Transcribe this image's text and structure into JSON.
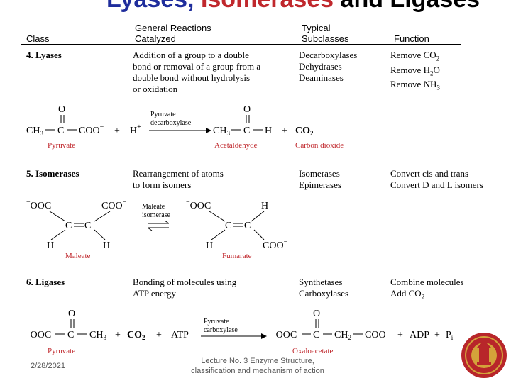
{
  "title": {
    "part1": "Lyases, ",
    "part2": "Isomerases",
    "part3": " and Ligases"
  },
  "headers": {
    "class": "Class",
    "general_line1": "General Reactions",
    "general_line2": "Catalyzed",
    "typical_line1": "Typical",
    "typical_line2": "Subclasses",
    "function": "Function"
  },
  "lyases": {
    "class": "4.  Lyases",
    "reaction": [
      "Addition of a group to a double",
      "bond or removal of a group from a",
      "double bond without hydrolysis",
      "or oxidation"
    ],
    "subclasses": [
      "Decarboxylases",
      "Dehydrases",
      "Deaminases"
    ],
    "functions": [
      "Remove CO",
      "Remove H",
      "Remove NH"
    ],
    "eq": {
      "o": "O",
      "ch3": "CH",
      "c": "C",
      "coo": "COO",
      "minus": "−",
      "plus": "+",
      "h": "H",
      "hplus": "H",
      "superplus": "+",
      "enzyme1": "Pyruvate",
      "enzyme2": "decarboxylase",
      "co2": "CO",
      "pyruvate": "Pyruvate",
      "acetaldehyde": "Acetaldehyde",
      "carbon_dioxide": "Carbon dioxide"
    }
  },
  "isomerases": {
    "class": "5. Isomerases",
    "reaction": [
      "Rearrangement of atoms",
      "to form isomers"
    ],
    "subclasses": [
      "Isomerases",
      "Epimerases"
    ],
    "functions": [
      "Convert cis and trans",
      "Convert D and L isomers"
    ],
    "eq": {
      "ooc": "OOC",
      "coo": "COO",
      "c": "C",
      "h": "H",
      "minus": "−",
      "enzyme1": "Maleate",
      "enzyme2": "isomerase",
      "maleate": "Maleate",
      "fumarate": "Fumarate"
    }
  },
  "ligases": {
    "class": "6. Ligases",
    "reaction": [
      "Bonding of molecules using",
      "ATP energy"
    ],
    "subclasses": [
      "Synthetases",
      "Carboxylases"
    ],
    "functions": [
      "Combine molecules",
      "Add CO"
    ],
    "eq": {
      "ooc": "OOC",
      "o": "O",
      "c": "C",
      "ch3": "CH",
      "ch2": "CH",
      "coo": "COO",
      "minus": "−",
      "plus": "+",
      "co2": "CO",
      "atp": "ATP",
      "adp": "ADP",
      "pi": "P",
      "enzyme1": "Pyruvate",
      "enzyme2": "carboxylase",
      "pyruvate": "Pyruvate",
      "oxaloacetate": "Oxaloacetate"
    }
  },
  "footer": {
    "date": "2/28/2021",
    "lecture_line1": "Lecture No. 3 Enzyme Structure,",
    "lecture_line2": "classification and mechanism of action"
  },
  "colors": {
    "title_blue": "#1f2d9c",
    "title_red": "#c0282d",
    "label_red": "#c0282d",
    "seal_red": "#b8262a",
    "seal_gold": "#d4a23a"
  },
  "icons": {
    "seal": "university-seal-logo"
  }
}
